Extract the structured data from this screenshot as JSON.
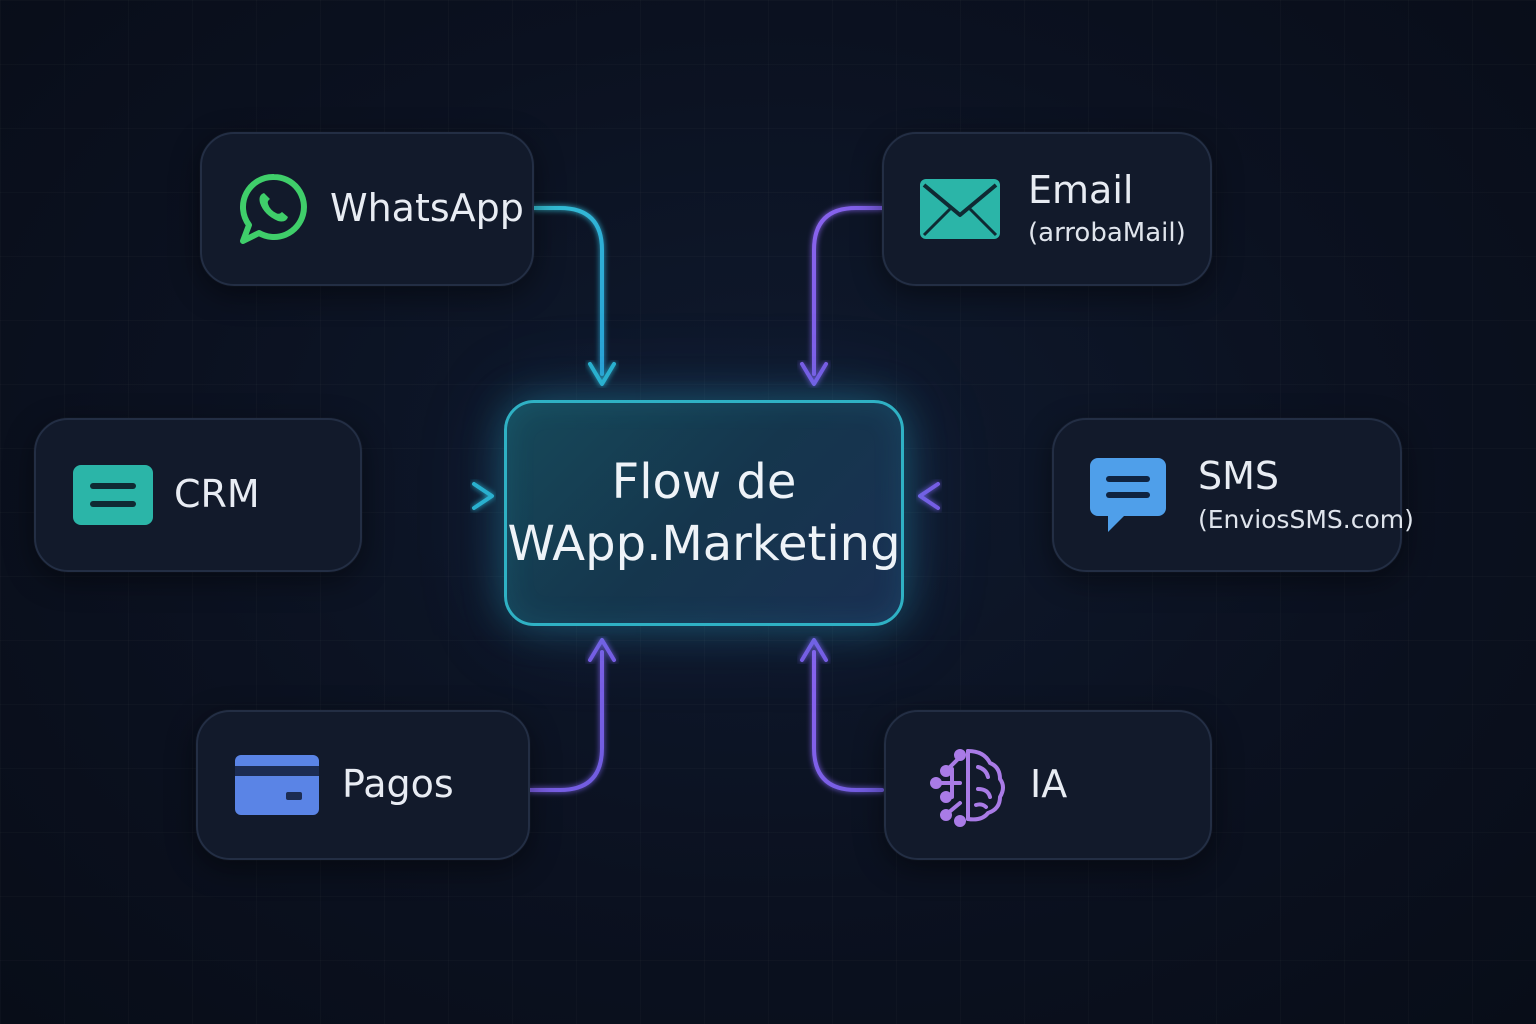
{
  "center": {
    "line1": "Flow de",
    "line2": "WApp.Marketing"
  },
  "nodes": {
    "whatsapp": {
      "label": "WhatsApp",
      "icon": "whatsapp-icon"
    },
    "email": {
      "label": "Email",
      "sub": "(arrobaMail)",
      "icon": "envelope-icon"
    },
    "crm": {
      "label": "CRM",
      "icon": "crm-card-icon"
    },
    "sms": {
      "label": "SMS",
      "sub": "(EnviosSMS.com)",
      "icon": "chat-bubble-icon"
    },
    "pagos": {
      "label": "Pagos",
      "icon": "credit-card-icon"
    },
    "ia": {
      "label": "IA",
      "icon": "ai-brain-icon"
    }
  },
  "colors": {
    "background": "#0b1120",
    "node_fill": "#121a2b",
    "node_border": "#232e44",
    "teal_arrow": "#2ab3cf",
    "purple_arrow": "#7a5ce6",
    "center_border": "#2fb1c4",
    "whatsapp_green": "#3fce6a",
    "teal_icon": "#2bb5a8",
    "blue_icon": "#4f9fea",
    "purple_icon": "#a97be6"
  }
}
